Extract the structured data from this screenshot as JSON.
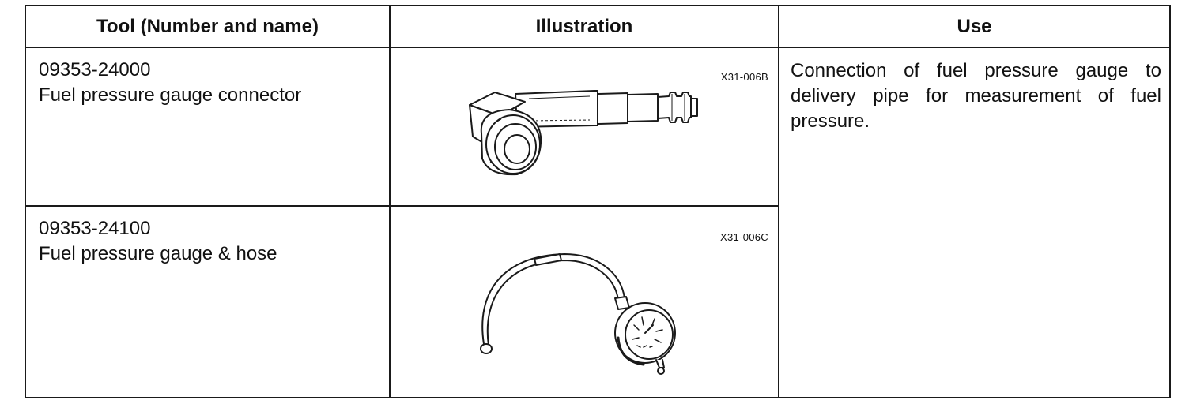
{
  "headers": {
    "tool": "Tool (Number and name)",
    "illustration": "Illustration",
    "use": "Use"
  },
  "rows": [
    {
      "number": "09353-24000",
      "name": "Fuel pressure gauge connector",
      "illustration_code": "X31-006B",
      "illustration_icon": "pipe-connector-icon"
    },
    {
      "number": "09353-24100",
      "name": "Fuel pressure gauge & hose",
      "illustration_code": "X31-006C",
      "illustration_icon": "pressure-gauge-hose-icon"
    }
  ],
  "use_text": "Connection of fuel pressure gauge to delivery pipe for measurement of fuel pressure."
}
